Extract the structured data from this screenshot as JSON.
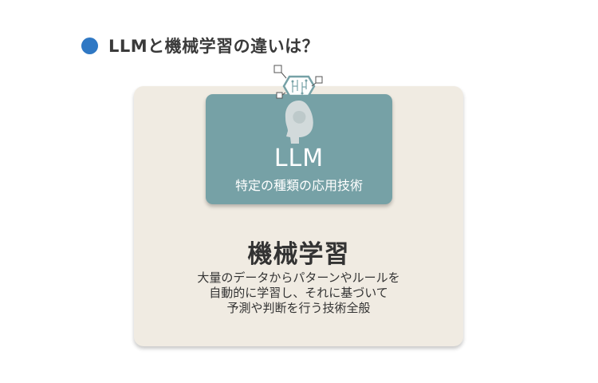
{
  "title": {
    "text": "LLMと機械学習の違いは？",
    "bullet_color": "#2f78c4"
  },
  "llm": {
    "title": "LLM",
    "subtitle": "特定の種類の応用技術",
    "color": "#76a1a6",
    "icon": "ai-head-circuit-icon"
  },
  "machine_learning": {
    "title": "機械学習",
    "description_lines": [
      "大量のデータからパターンやルールを",
      "自動的に学習し、それに基づいて",
      "予測や判断を行う技術全般"
    ],
    "color": "#f0ebe2"
  }
}
